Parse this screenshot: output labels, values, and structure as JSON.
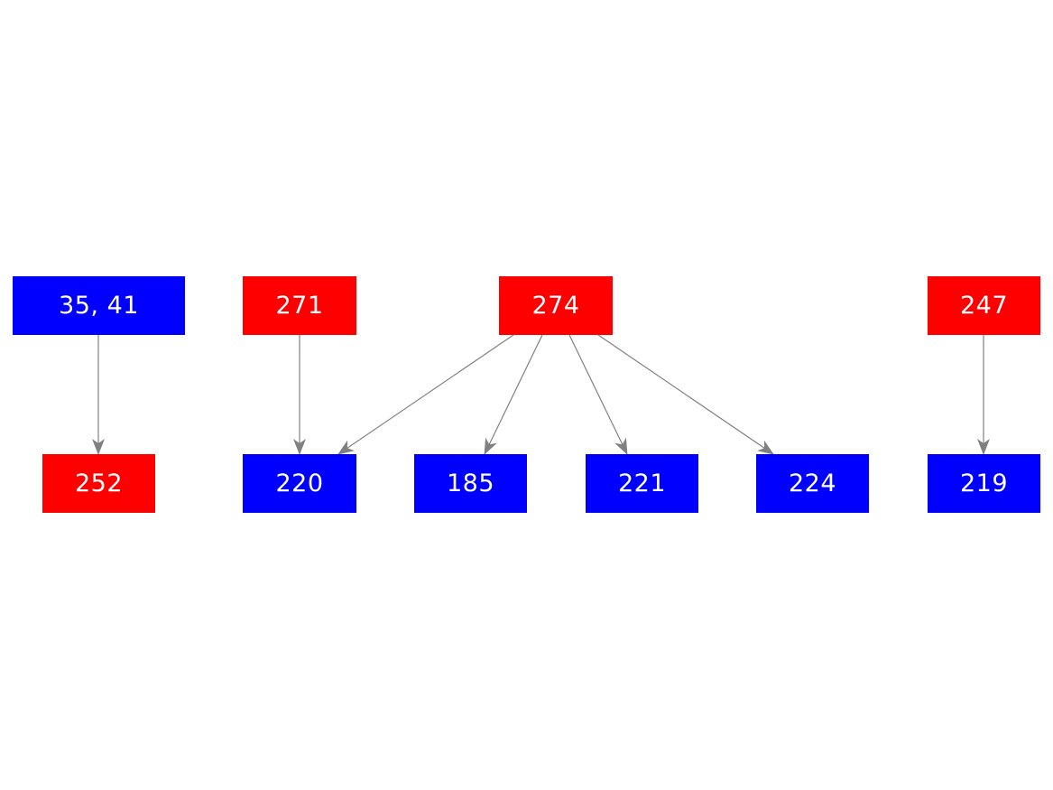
{
  "colors": {
    "red": "#ff0000",
    "blue": "#0000ff",
    "edge": "#808080",
    "text": "#ffffff"
  },
  "nodes": [
    {
      "id": "n-35-41",
      "label": "35, 41",
      "color": "blue"
    },
    {
      "id": "n-271",
      "label": "271",
      "color": "red"
    },
    {
      "id": "n-274",
      "label": "274",
      "color": "red"
    },
    {
      "id": "n-247",
      "label": "247",
      "color": "red"
    },
    {
      "id": "n-252",
      "label": "252",
      "color": "red"
    },
    {
      "id": "n-220",
      "label": "220",
      "color": "blue"
    },
    {
      "id": "n-185",
      "label": "185",
      "color": "blue"
    },
    {
      "id": "n-221",
      "label": "221",
      "color": "blue"
    },
    {
      "id": "n-224",
      "label": "224",
      "color": "blue"
    },
    {
      "id": "n-219",
      "label": "219",
      "color": "blue"
    }
  ],
  "edges": [
    {
      "from": "n-35-41",
      "to": "n-252"
    },
    {
      "from": "n-271",
      "to": "n-220"
    },
    {
      "from": "n-274",
      "to": "n-220"
    },
    {
      "from": "n-274",
      "to": "n-185"
    },
    {
      "from": "n-274",
      "to": "n-221"
    },
    {
      "from": "n-274",
      "to": "n-224"
    },
    {
      "from": "n-247",
      "to": "n-219"
    }
  ]
}
